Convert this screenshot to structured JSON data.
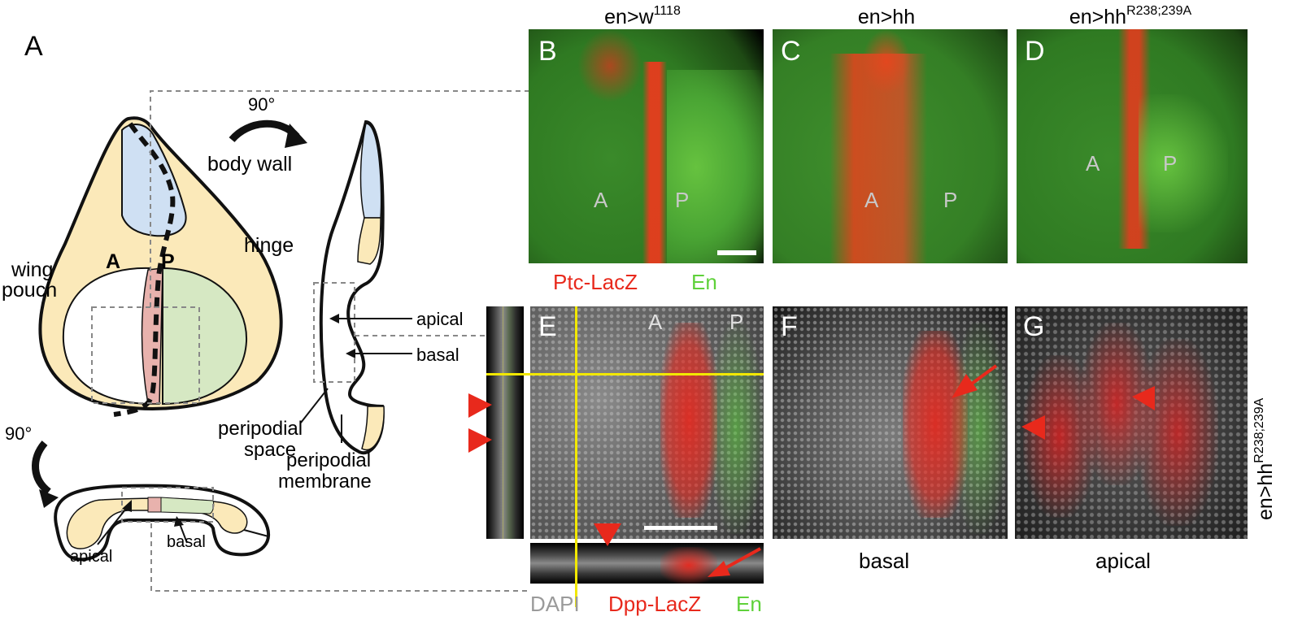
{
  "panel_A": {
    "letter": "A",
    "rotation_top": "90°",
    "rotation_left": "90°",
    "labels": {
      "body_wall": "body wall",
      "hinge": "hinge",
      "wing": "wing",
      "pouch": "pouch",
      "anterior": "A",
      "posterior": "P",
      "apical_side": "apical",
      "basal_side": "basal",
      "peripodial": "peripodial",
      "space": "space",
      "membrane": "membrane",
      "apical_bottom": "apical",
      "basal_bottom": "basal"
    }
  },
  "headers": {
    "B": {
      "base": "en>w",
      "sup": "1118"
    },
    "C": {
      "base": "en>hh",
      "sup": ""
    },
    "D": {
      "base": "en>hh",
      "sup": "R238;239A"
    }
  },
  "panels": {
    "B": {
      "letter": "B",
      "a": "A",
      "p": "P"
    },
    "C": {
      "letter": "C",
      "a": "A",
      "p": "P"
    },
    "D": {
      "letter": "D",
      "a": "A",
      "p": "P"
    },
    "E": {
      "letter": "E",
      "a": "A",
      "p": "P"
    },
    "F": {
      "letter": "F"
    },
    "G": {
      "letter": "G"
    }
  },
  "legend_top": {
    "red": "Ptc-LacZ",
    "green": "En"
  },
  "legend_bottom": {
    "gray": "DAPI",
    "red": "Dpp-LacZ",
    "green": "En"
  },
  "captions": {
    "F": "basal",
    "G": "apical"
  },
  "side_label": {
    "base": "en>hh",
    "sup": "R238;239A"
  },
  "colors": {
    "yellow_tissue": "#fbe9b9",
    "blue_tissue": "#cfe0f3",
    "green_tissue": "#d6e8c3",
    "pink_tissue": "#e8b2ad",
    "red_stain": "#e8291c",
    "green_stain": "#5fd13a",
    "gray_label": "#9a9a9a"
  }
}
